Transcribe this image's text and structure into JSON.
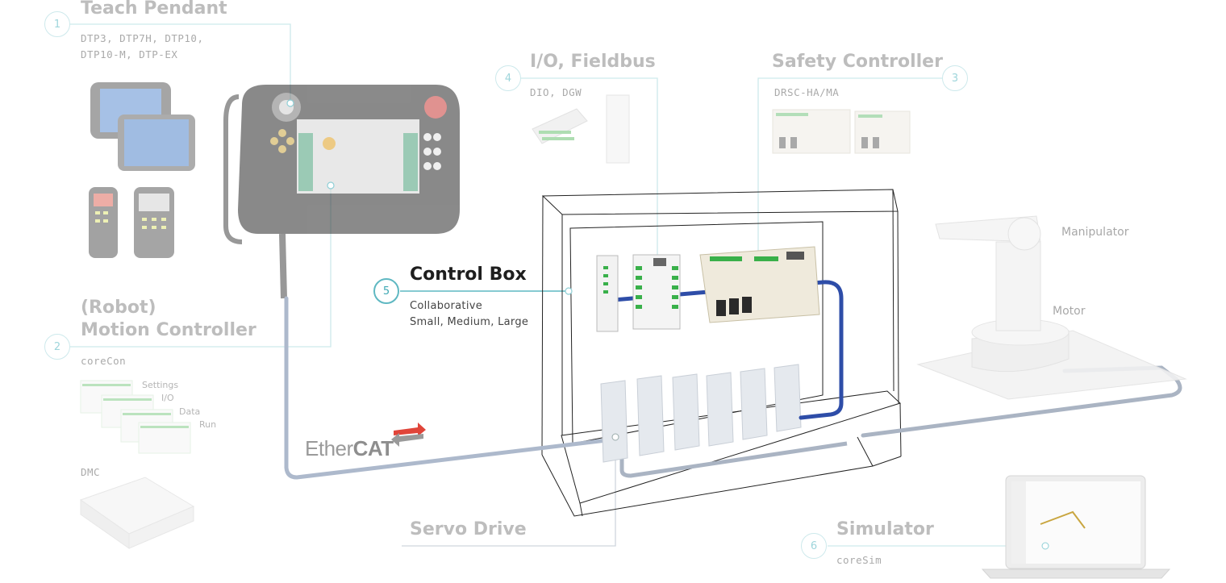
{
  "sections": {
    "teach_pendant": {
      "number": "1",
      "title": "Teach Pendant",
      "models_line1": "DTP3, DTP7H, DTP10,",
      "models_line2": "DTP10-M, DTP-EX"
    },
    "motion_controller": {
      "number": "2",
      "title_line1": "(Robot)",
      "title_line2": "Motion Controller",
      "software": "coreCon",
      "screens": [
        "Settings",
        "I/O",
        "Data",
        "Run"
      ],
      "hardware": "DMC"
    },
    "safety_controller": {
      "number": "3",
      "title": "Safety Controller",
      "models": "DRSC-HA/MA"
    },
    "io_fieldbus": {
      "number": "4",
      "title": "I/O, Fieldbus",
      "models": "DIO, DGW"
    },
    "control_box": {
      "number": "5",
      "title": "Control Box",
      "line1": "Collaborative",
      "line2": "Small, Medium, Large"
    },
    "simulator": {
      "number": "6",
      "title": "Simulator",
      "software": "coreSim"
    },
    "servo_drive": {
      "title": "Servo Drive"
    },
    "manipulator": {
      "label": "Manipulator",
      "motor_label": "Motor"
    }
  },
  "ethercat": {
    "part1": "Ether",
    "part2": "CAT"
  },
  "colors": {
    "accent": "#5fb8c2",
    "accent_light": "#cde9ec",
    "bus_blue": "#2e4da8",
    "bus_grey": "#a9b5c8",
    "label_grey": "#bdbdbd"
  }
}
